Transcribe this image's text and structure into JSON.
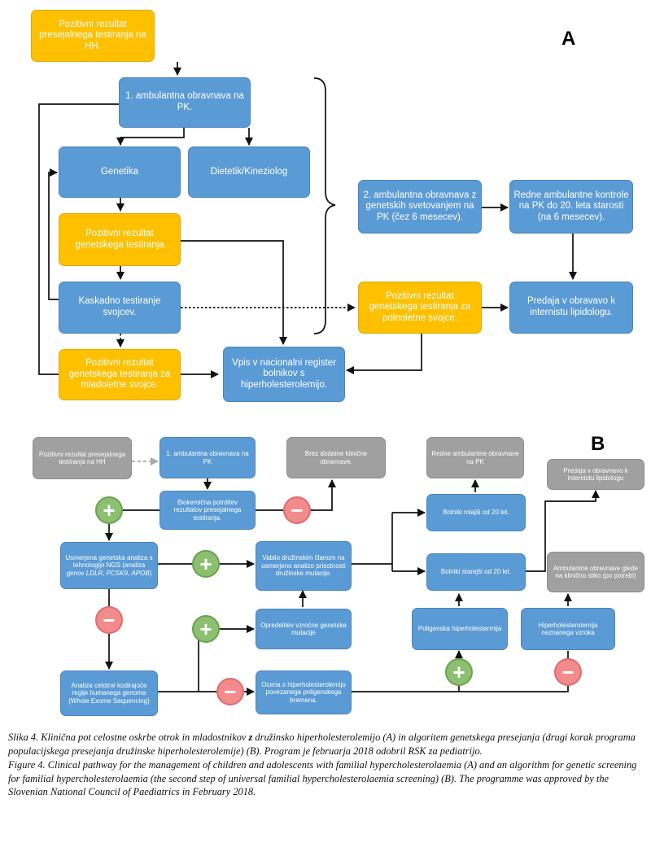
{
  "partA": {
    "letter": "A",
    "nodes": {
      "presejalno": "Pozitivni rezultat presejalnega testiranja na HH.",
      "amb1": "1. ambulantna obravnava na PK.",
      "genetika": "Genetika",
      "dietetik": "Dietetik/Kineziolog",
      "pozGen": "Pozitivni rezultat genetskega testiranja",
      "kaskadno": "Kaskadno testiranje svojcev.",
      "pozMlad": "Pozitivni rezultat genetskega testiranja za mladoletne svojce.",
      "register": "Vpis v nacionalni register bolnikov s hiperholesterolemijo.",
      "amb2": "2. ambulantna obravnava z genetskih svetovanjem na PK (čez 6 mesecev).",
      "redne": "Redne ambulantne kontrole na PK do 20. leta starosti (na 6 mesecev).",
      "pozPol": "Pozitivni rezultat genetskega testiranja za polnoletne svojce.",
      "predaja": "Predaja v obravavo k internistu lipidologu."
    }
  },
  "partB": {
    "letter": "B",
    "signs": {
      "plus": "+",
      "minus": "−"
    },
    "nodes": {
      "presejalno": "Pozitivni rezultat presejalnega testiranja na HH",
      "amb1": "1. ambulantna obravnava na PK",
      "biokem": "Biokemična potrditev rezultatov presejalnega testiranja.",
      "brez": "Brez dodatne klinične obravnave.",
      "ngs_line1": "Usmerjena genetska analiza s tehnologijo NGS",
      "ngs_line2_pre": "(analiza genov ",
      "ngs_g1": "LDLR",
      "ngs_g2": "PCSK9",
      "ngs_g3": "APOB",
      "ngs_close": ")",
      "vabilo": "Vabilo družinskim članom na usmerjeno analizo prisotnosti družinske mutacije.",
      "opredelitev": "Opredelitev vzročne genetske mutacije",
      "exome": "Analiza celotne kodirajoče regije humanega genoma (Whole Exome Sequencing)",
      "ocena": "Ocena s hiperholesterolemijo povezanega poligenskega bremena.",
      "redne": "Redne ambulantne obravnave na PK",
      "mlajsi": "Bolniki mlajši od 20 let.",
      "starejsi": "Bolniki starejši od 20 let.",
      "predaja": "Predaja v obravnavo k internistu lipidologu",
      "ambulantne": "Ambulantne obravnave glede na klinično sliko (po potrebi)",
      "poligenska": "Poligenska hiperholestermija",
      "neznanega": "Hiperholesterolemija neznanega vzroka"
    }
  },
  "caption": {
    "sl_pre": "Slika 4. Klinična pot celostne oskrbe otrok in mladostnikov ",
    "sl_bold": "z",
    "sl_post": " družinsko hiperholesterolemijo (A) in algoritem genetskega presejanja (drugi korak programa populacijskega presejanja družinske hiperholesterolemije) (B). Program je februarja 2018 odobril RSK za pediatrijo.",
    "en": "Figure 4. Clinical pathway for the management of children and adolescents with familial hypercholesterolaemia (A) and an algorithm for genetic screening for familial hypercholesterolaemia (the second step of universal familial hypercholesterolaemia screening) (B). The programme was approved by the Slovenian National Council of Paediatrics in February 2018."
  }
}
